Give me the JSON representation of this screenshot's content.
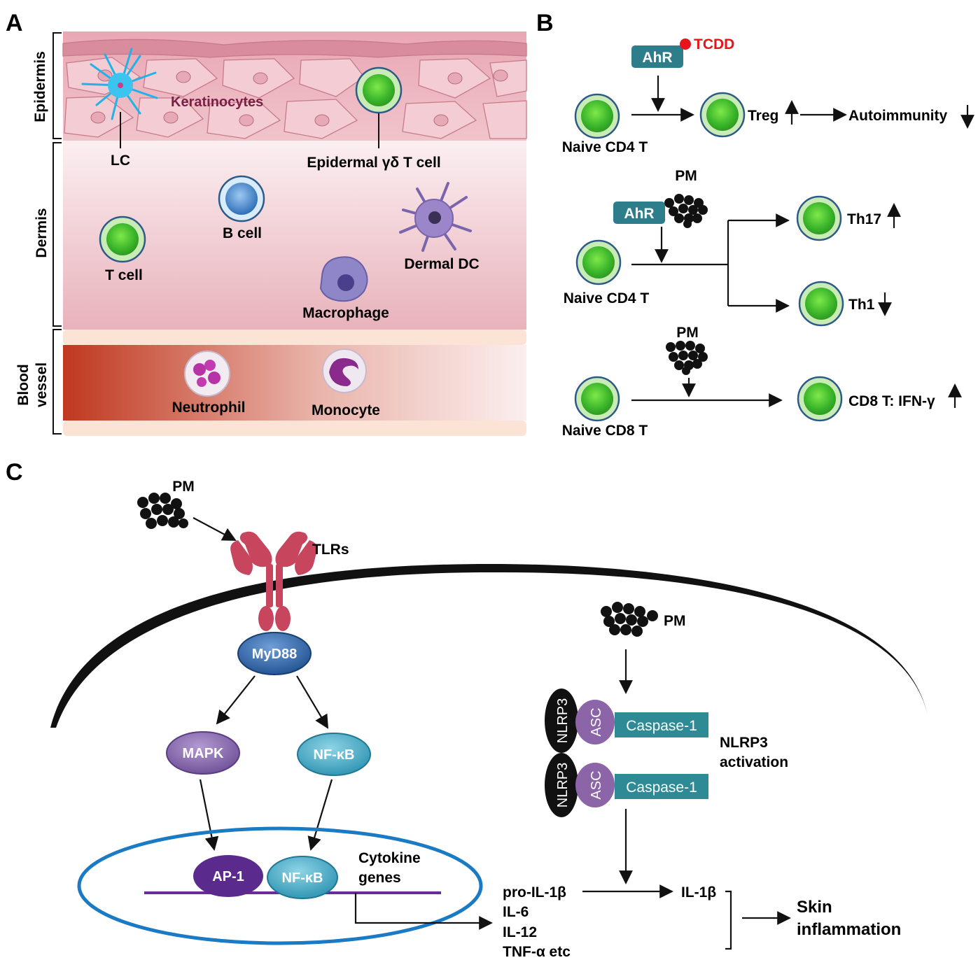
{
  "panel_letters": {
    "a": "A",
    "b": "B",
    "c": "C"
  },
  "panel_a": {
    "layers": {
      "epidermis": "Epidermis",
      "dermis": "Dermis",
      "blood_line1": "Blood",
      "blood_line2": "vessel"
    },
    "cells": {
      "keratinocytes": "Keratinocytes",
      "lc": "LC",
      "gd_t": "Epidermal γδ T cell",
      "b_cell": "B cell",
      "t_cell": "T cell",
      "dermal_dc": "Dermal DC",
      "macrophage": "Macrophage",
      "neutrophil": "Neutrophil",
      "monocyte": "Monocyte"
    }
  },
  "panel_b": {
    "row1": {
      "ahr": "AhR",
      "ligand": "TCDD",
      "naive": "Naive CD4 T",
      "treg": "Treg",
      "outcome": "Autoimmunity"
    },
    "row2": {
      "pm": "PM",
      "ahr": "AhR",
      "naive": "Naive CD4 T",
      "th17": "Th17",
      "th1": "Th1"
    },
    "row3": {
      "pm": "PM",
      "naive": "Naive CD8 T",
      "outcome": "CD8 T: IFN-γ"
    }
  },
  "panel_c": {
    "pm_tlr": "PM",
    "tlrs": "TLRs",
    "myd88": "MyD88",
    "mapk": "MAPK",
    "nfkb": "NF-κB",
    "ap1": "AP-1",
    "nfkb_nucleus": "NF-κB",
    "cytokine_line1": "Cytokine",
    "cytokine_line2": "genes",
    "pm_nlrp3": "PM",
    "nlrp3": "NLRP3",
    "asc": "ASC",
    "caspase": "Caspase-1",
    "nlrp3_act_line1": "NLRP3",
    "nlrp3_act_line2": "activation",
    "products": [
      "pro-IL-1β",
      "IL-6",
      "IL-12",
      "TNF-α etc"
    ],
    "il1b": "IL-1β",
    "skin_line1": "Skin",
    "skin_line2": "inflammation"
  },
  "colors": {
    "cell_green": "#3fbf2a",
    "ahr_teal": "#2d7d8a",
    "tcdd_red": "#e8141b",
    "caspase_teal": "#2e8b96",
    "asc_purple": "#8c64a8",
    "nucleus_blue": "#1a7ac4",
    "ap1_purple": "#5a2a8c",
    "keratinocyte_label": "#7a1f46",
    "tlr_red": "#c8455e"
  }
}
